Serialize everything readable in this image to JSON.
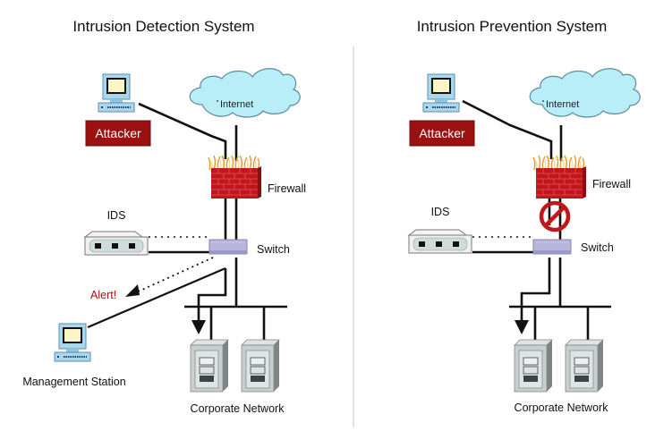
{
  "panels": [
    {
      "title": "Intrusion Detection System",
      "internet_label": "Internet",
      "attacker_label": "Attacker",
      "firewall_label": "Firewall",
      "ids_label": "IDS",
      "switch_label": "Switch",
      "alert_label": "Alert!",
      "management_label": "Management Station",
      "network_label": "Corporate Network"
    },
    {
      "title": "Intrusion Prevention System",
      "internet_label": "Internet",
      "attacker_label": "Attacker",
      "firewall_label": "Firewall",
      "ids_label": "IDS",
      "switch_label": "Switch",
      "network_label": "Corporate Network",
      "blocked_symbol": "prohibited-icon"
    }
  ],
  "colors": {
    "attacker_box": "#9b1111",
    "alert_text": "#b01010",
    "cloud_fill": "#b9eef8",
    "firewall_brick": "#c0161c",
    "switch_fill": "#b8b4dc",
    "monitor_frame": "#a9d7ee"
  }
}
